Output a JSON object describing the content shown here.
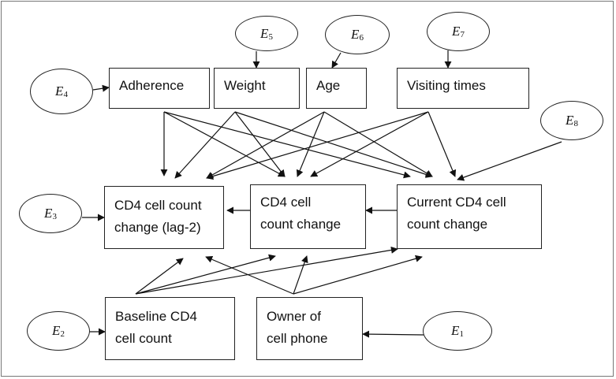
{
  "nodes": {
    "adherence": "Adherence",
    "weight": "Weight",
    "age": "Age",
    "visiting_times": "Visiting times",
    "cd4_lag2": "CD4 cell count\nchange (lag-2)",
    "cd4_change": "CD4 cell\ncount change",
    "current_cd4": "Current CD4 cell\ncount change",
    "baseline_cd4": "Baseline CD4\ncell count",
    "owner_phone": "Owner of\ncell phone"
  },
  "errors": {
    "e1": {
      "letter": "E",
      "sub": "1"
    },
    "e2": {
      "letter": "E",
      "sub": "2"
    },
    "e3": {
      "letter": "E",
      "sub": "3"
    },
    "e4": {
      "letter": "E",
      "sub": "4"
    },
    "e5": {
      "letter": "E",
      "sub": "5"
    },
    "e6": {
      "letter": "E",
      "sub": "6"
    },
    "e7": {
      "letter": "E",
      "sub": "7"
    },
    "e8": {
      "letter": "E",
      "sub": "8"
    }
  },
  "edges": [
    [
      "e4",
      "adherence"
    ],
    [
      "e5",
      "weight"
    ],
    [
      "e6",
      "age"
    ],
    [
      "e7",
      "visiting_times"
    ],
    [
      "e8",
      "current_cd4"
    ],
    [
      "e3",
      "cd4_lag2"
    ],
    [
      "e2",
      "baseline_cd4"
    ],
    [
      "e1",
      "owner_phone"
    ],
    [
      "adherence",
      "cd4_lag2"
    ],
    [
      "adherence",
      "cd4_change"
    ],
    [
      "adherence",
      "current_cd4"
    ],
    [
      "weight",
      "cd4_lag2"
    ],
    [
      "weight",
      "cd4_change"
    ],
    [
      "weight",
      "current_cd4"
    ],
    [
      "age",
      "cd4_lag2"
    ],
    [
      "age",
      "cd4_change"
    ],
    [
      "age",
      "current_cd4"
    ],
    [
      "visiting_times",
      "cd4_lag2"
    ],
    [
      "visiting_times",
      "cd4_change"
    ],
    [
      "visiting_times",
      "current_cd4"
    ],
    [
      "current_cd4",
      "cd4_change"
    ],
    [
      "cd4_change",
      "cd4_lag2"
    ],
    [
      "baseline_cd4",
      "cd4_lag2"
    ],
    [
      "baseline_cd4",
      "cd4_change"
    ],
    [
      "baseline_cd4",
      "current_cd4"
    ],
    [
      "owner_phone",
      "cd4_lag2"
    ],
    [
      "owner_phone",
      "cd4_change"
    ],
    [
      "owner_phone",
      "current_cd4"
    ]
  ]
}
